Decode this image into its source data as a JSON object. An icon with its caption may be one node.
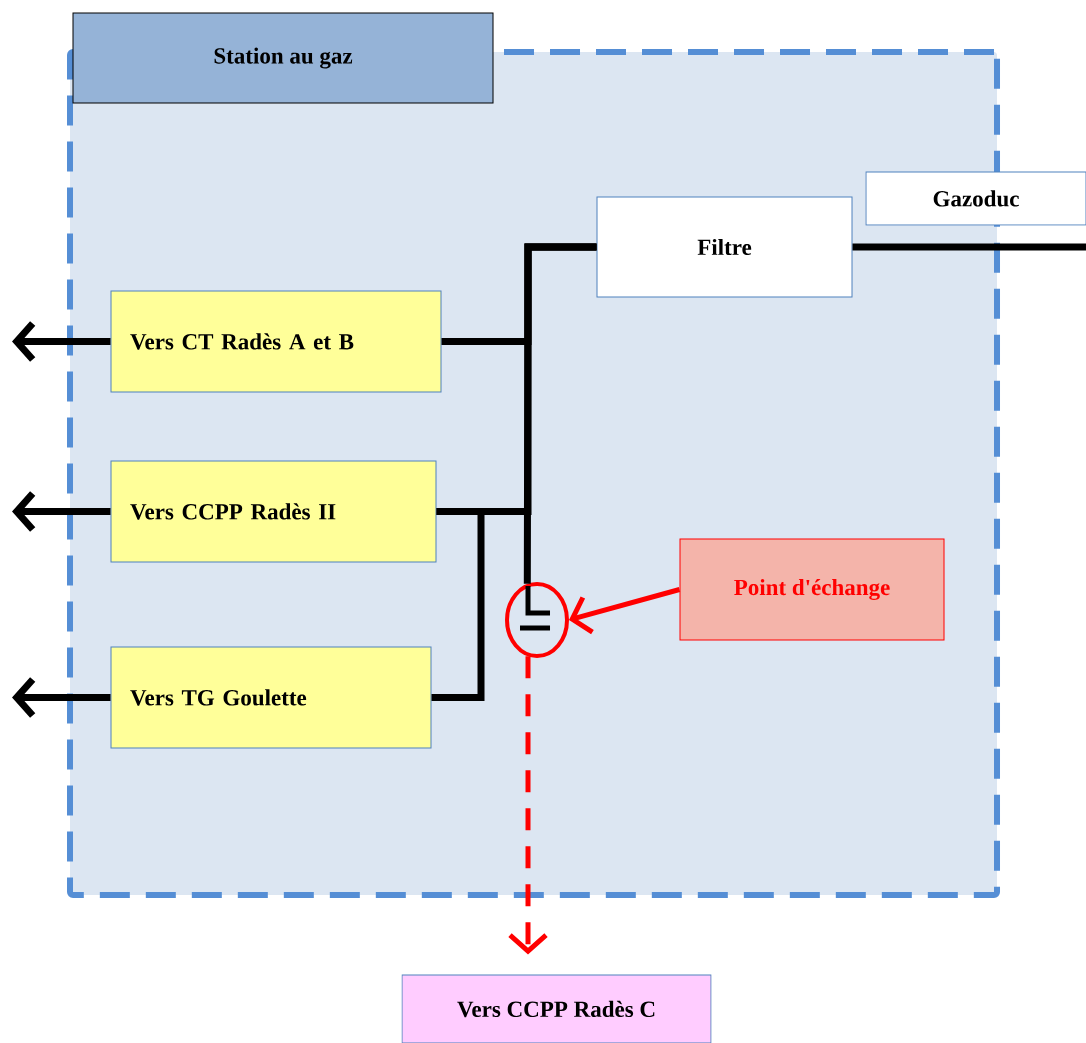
{
  "diagram": {
    "nodes": [
      {
        "text": [
          "Station au gaz"
        ]
      },
      {
        "text": [
          "Gazoduc"
        ]
      },
      {
        "text": [
          "Filtre"
        ],
        "in": 0
      },
      {
        "text": [
          "Vers CT Radès A et B"
        ],
        "in": 0
      },
      {
        "text": [
          "Vers CCPP Radès II"
        ],
        "in": 0
      },
      {
        "text": [
          "Vers TG Goulette"
        ],
        "in": 0
      },
      {
        "text": [
          "Point d'échange"
        ],
        "in": 0
      },
      {
        "text": [],
        "shape": "circle",
        "in": 0
      },
      {
        "text": [
          "Vers CCPP Radès C"
        ]
      }
    ],
    "edges": [
      {
        "from": null,
        "to": 2,
        "arrow": "none"
      },
      {
        "from": 2,
        "to": 3,
        "arrow": "none"
      },
      {
        "from": 2,
        "to": 4,
        "arrow": "none"
      },
      {
        "from": 2,
        "to": 7,
        "arrow": "none"
      },
      {
        "from": 4,
        "to": 5,
        "arrow": "none"
      },
      {
        "from": 3,
        "to": null,
        "arrow": "to"
      },
      {
        "from": 4,
        "to": null,
        "arrow": "to"
      },
      {
        "from": 5,
        "to": null,
        "arrow": "to"
      },
      {
        "from": 6,
        "to": 7,
        "arrow": "to",
        "color": "#ff0000"
      },
      {
        "from": 7,
        "to": 8,
        "arrow": "to",
        "style": "dashed",
        "color": "#ff0000"
      }
    ]
  }
}
